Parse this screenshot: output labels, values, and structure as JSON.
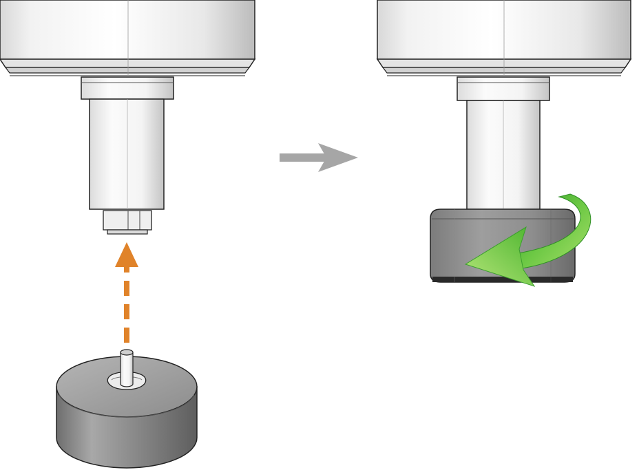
{
  "diagram": {
    "panels": [
      {
        "name": "before",
        "icon": "spindle-with-detached-knob"
      },
      {
        "name": "after",
        "icon": "spindle-with-mounted-knob"
      }
    ],
    "arrows": {
      "transition": {
        "icon": "right-arrow-icon",
        "color": "#a6a6a6"
      },
      "insert": {
        "icon": "dashed-up-arrow-icon",
        "color": "#e0832a"
      },
      "rotate": {
        "icon": "curved-rotate-arrow-icon",
        "color": "#5cbf3a"
      }
    },
    "colors": {
      "outline": "#222222",
      "body_light": "#fafafa",
      "body_mid": "#e6e6e6",
      "body_dark": "#bdbdbd",
      "knob_dark": "#7a7a7a",
      "knob_mid": "#9a9a9a",
      "knob_light": "#c8c8c8"
    }
  }
}
